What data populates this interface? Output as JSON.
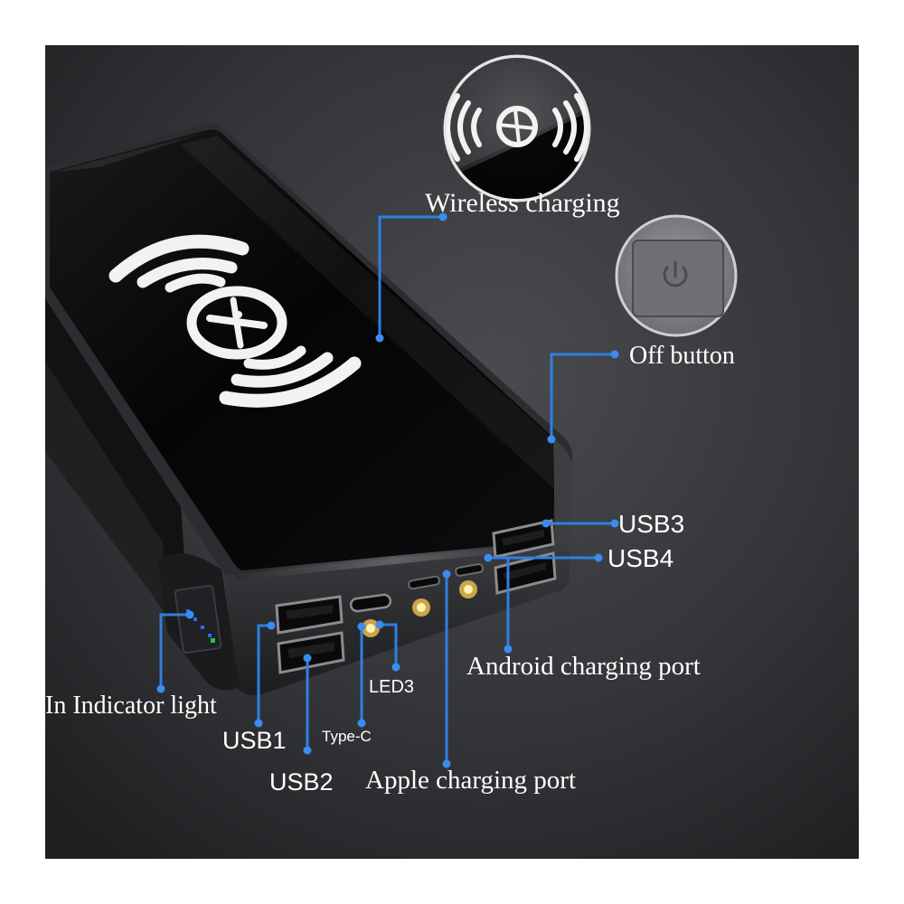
{
  "labels": {
    "wireless_charging": "Wireless charging",
    "off_button": "Off button",
    "usb3": "USB3",
    "usb4": "USB4",
    "android_port": "Android charging port",
    "indicator_light": "In Indicator light",
    "usb1": "USB1",
    "usb2": "USB2",
    "type_c": "Type-C",
    "led": "LED3",
    "apple_port": "Apple charging port"
  },
  "colors": {
    "background": "#2e2f31",
    "callout_line": "#2f7fe0",
    "callout_dot": "#3a8cf0",
    "label_text": "#ffffff"
  },
  "icons": {
    "wireless_callout": "wireless-charging-icon",
    "power_callout": "power-icon",
    "qi_logo": "qi-logo-icon"
  }
}
